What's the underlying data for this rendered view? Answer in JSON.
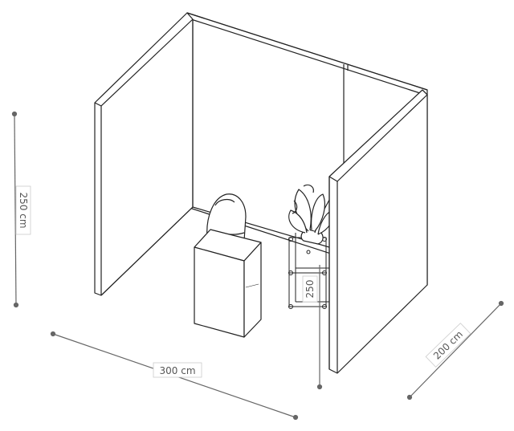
{
  "dimensions": {
    "height_label": "250 cm",
    "width_label": "300 cm",
    "depth_label": "200 cm",
    "shelf_label": "250"
  },
  "colors": {
    "line": "#222222",
    "dimension_line": "#666666",
    "dimension_text": "#555555",
    "wall_fill": "#ffffff"
  }
}
